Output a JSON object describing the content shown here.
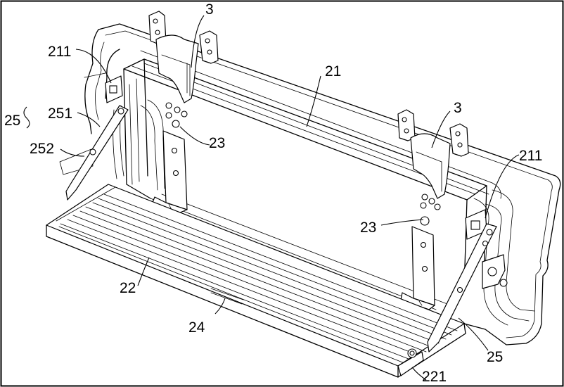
{
  "figure": {
    "frame_color": "#000000",
    "labels": [
      {
        "id": "3-left",
        "text": "3"
      },
      {
        "id": "3-right",
        "text": "3"
      },
      {
        "id": "211-left",
        "text": "211"
      },
      {
        "id": "211-right",
        "text": "211"
      },
      {
        "id": "21",
        "text": "21"
      },
      {
        "id": "25-left",
        "text": "25"
      },
      {
        "id": "251",
        "text": "251"
      },
      {
        "id": "252",
        "text": "252"
      },
      {
        "id": "23-upper",
        "text": "23"
      },
      {
        "id": "23-lower",
        "text": "23"
      },
      {
        "id": "22",
        "text": "22"
      },
      {
        "id": "24",
        "text": "24"
      },
      {
        "id": "25-right",
        "text": "25"
      },
      {
        "id": "221",
        "text": "221"
      }
    ]
  }
}
